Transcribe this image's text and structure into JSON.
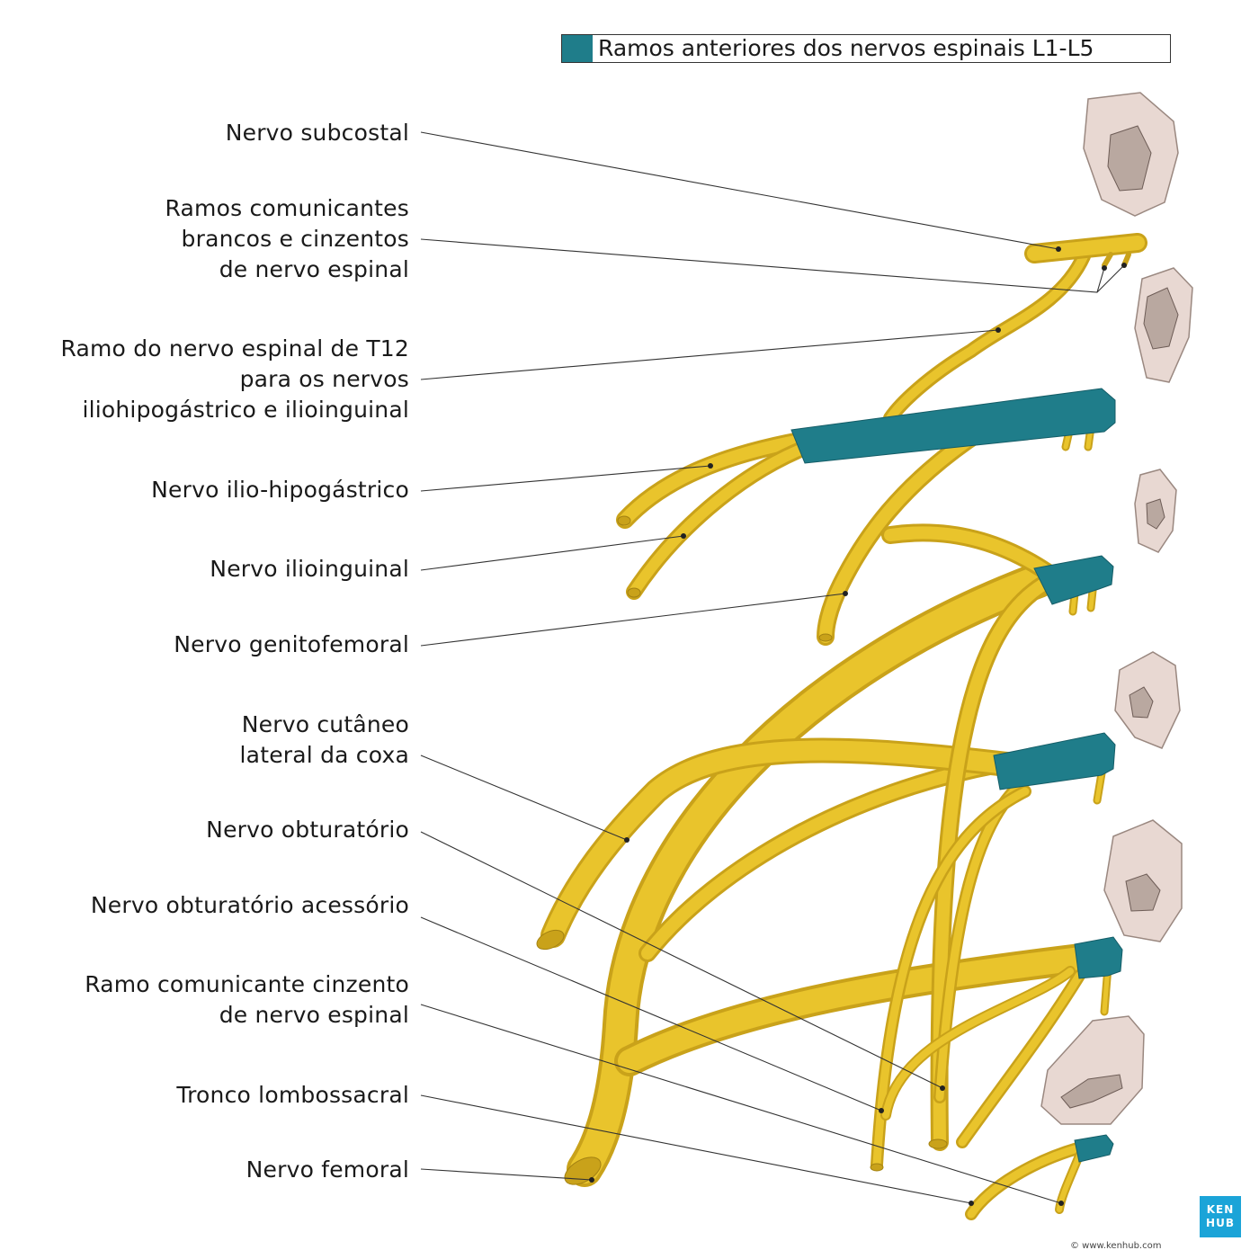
{
  "legend": {
    "color": "#1f7d8a",
    "text": "Ramos anteriores dos nervos espinais L1-L5"
  },
  "labels": {
    "subcostal": "Nervo subcostal",
    "rami_1": "Ramos comunicantes",
    "rami_2": "brancos e cinzentos",
    "rami_3": "de nervo espinal",
    "t12_1": "Ramo do nervo espinal de T12",
    "t12_2": "para os nervos",
    "t12_3": "iliohipogástrico  e ilioinguinal",
    "iliohypogastric": "Nervo ilio-hipogástrico",
    "ilioinguinal": "Nervo ilioinguinal",
    "genitofemoral": "Nervo genitofemoral",
    "lfcn_1": "Nervo cutâneo",
    "lfcn_2": "lateral da coxa",
    "obturator": "Nervo obturatório",
    "accessory_obturator": "Nervo obturatório acessório",
    "gray_ramus_1": "Ramo comunicante cinzento",
    "gray_ramus_2": "de nervo espinal",
    "lumbosacral": "Tronco lombossacral",
    "femoral": "Nervo femoral"
  },
  "colors": {
    "nerve": "#e9c42c",
    "nerve_dark": "#c9a21a",
    "root": "#1f7d8a",
    "bone": "#e8d8d2"
  },
  "logo": {
    "line1": "KEN",
    "line2": "HUB"
  },
  "copyright": "© www.kenhub.com"
}
